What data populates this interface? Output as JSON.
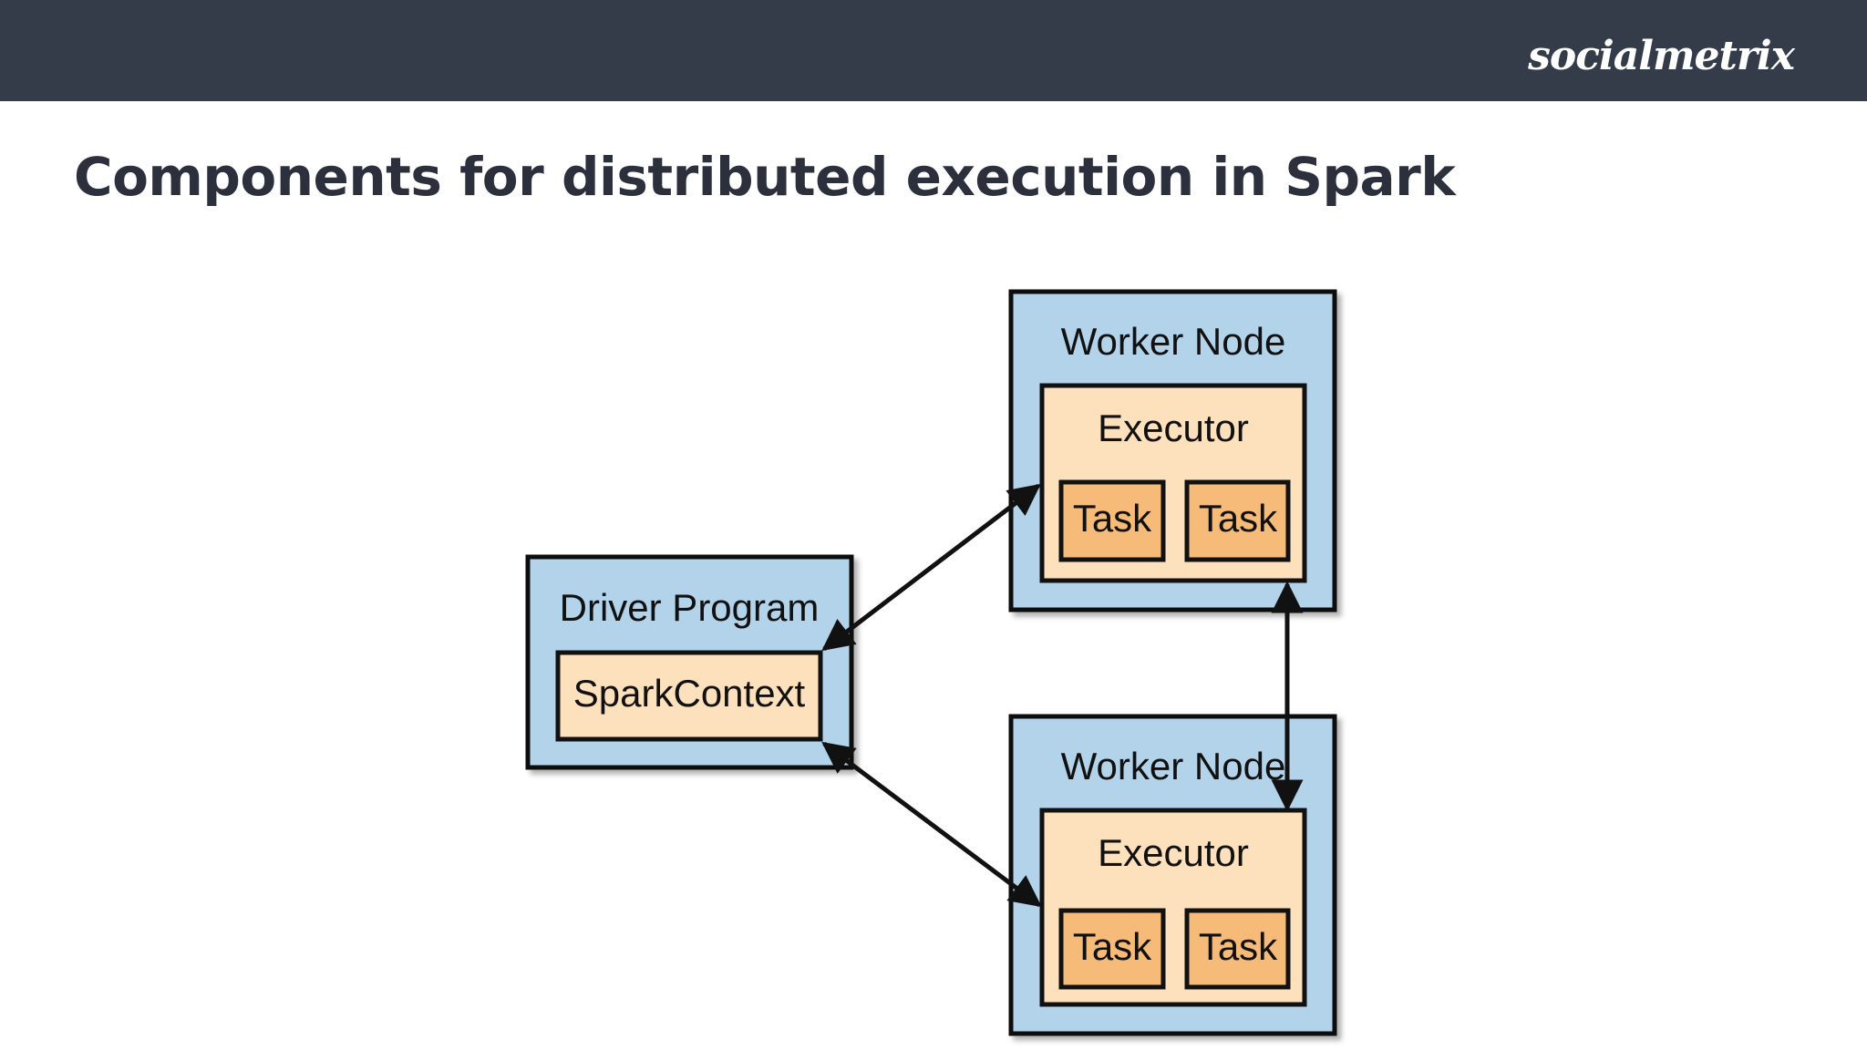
{
  "header": {
    "logo": "socialmetrix",
    "background": "#343c4a"
  },
  "title": "Components for distributed execution in Spark",
  "diagram": {
    "colors": {
      "node": "#b3d3ea",
      "executor": "#fde0bc",
      "task": "#f6bb78",
      "stroke": "#111111"
    },
    "driver": {
      "label": "Driver Program",
      "context": "SparkContext"
    },
    "workers": [
      {
        "label": "Worker Node",
        "executor": "Executor",
        "tasks": [
          "Task",
          "Task"
        ]
      },
      {
        "label": "Worker Node",
        "executor": "Executor",
        "tasks": [
          "Task",
          "Task"
        ]
      }
    ],
    "edges": [
      {
        "from": "SparkContext",
        "to": "Worker Node 1",
        "bidirectional": true
      },
      {
        "from": "SparkContext",
        "to": "Worker Node 2",
        "bidirectional": true
      },
      {
        "from": "Worker Node 1",
        "to": "Worker Node 2",
        "bidirectional": true
      }
    ]
  }
}
